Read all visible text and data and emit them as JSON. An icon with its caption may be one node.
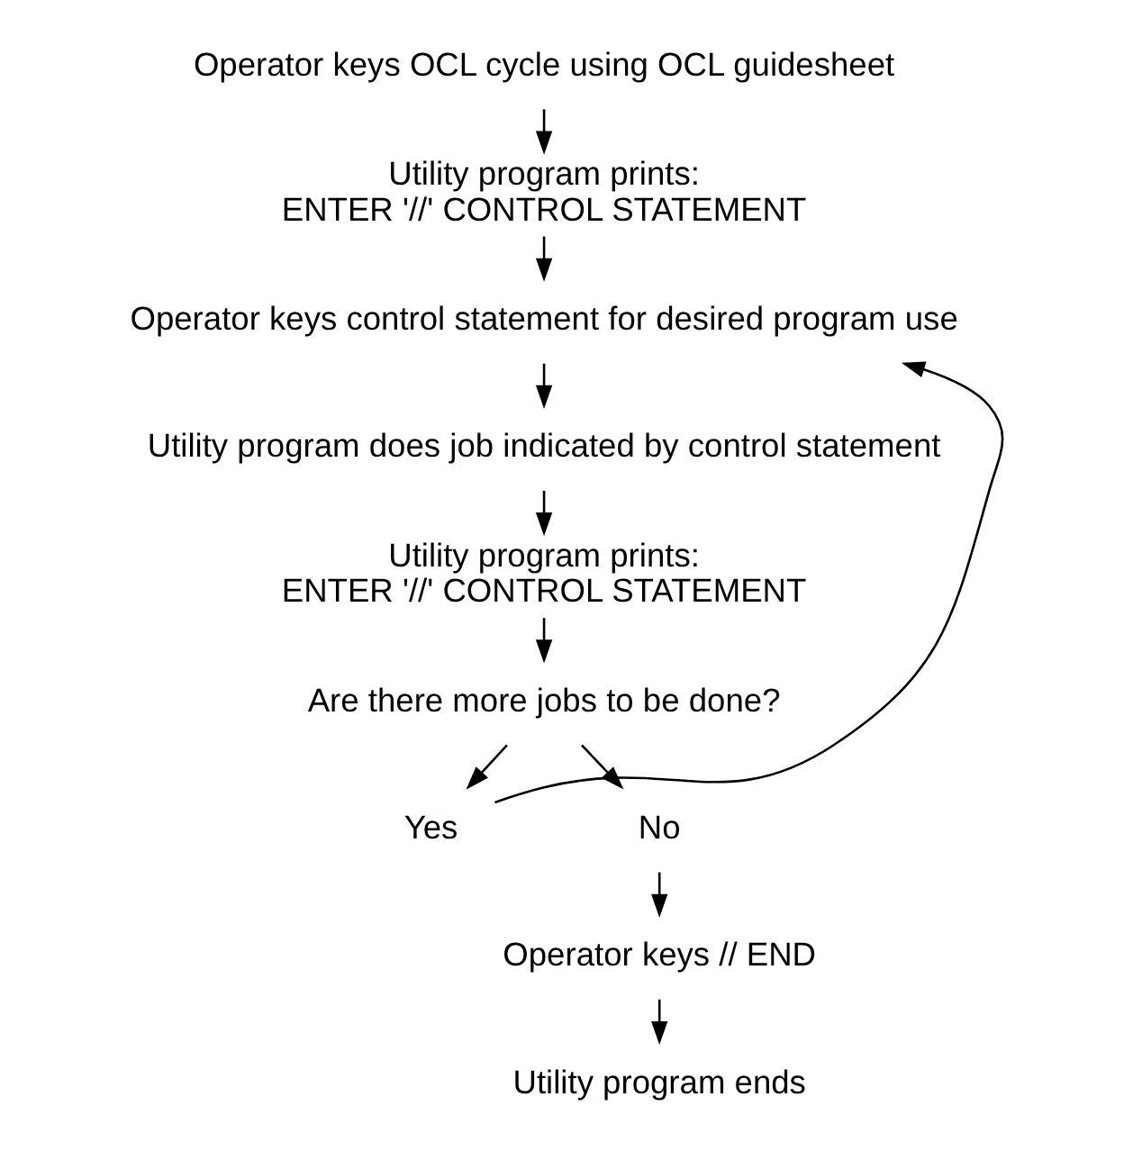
{
  "diagram": {
    "nodes": [
      {
        "text": [
          "Operator keys OCL cycle using OCL guidesheet"
        ]
      },
      {
        "text": [
          "Utility program prints:",
          "ENTER '//' CONTROL STATEMENT"
        ]
      },
      {
        "text": [
          "Operator keys control statement for desired program use"
        ]
      },
      {
        "text": [
          "Utility program does job indicated by control statement"
        ]
      },
      {
        "text": [
          "Utility program prints:",
          "ENTER '//' CONTROL STATEMENT"
        ]
      },
      {
        "text": [
          "Are there more jobs to be done?"
        ]
      },
      {
        "text": [
          "Yes"
        ]
      },
      {
        "text": [
          "No"
        ]
      },
      {
        "text": [
          "Operator keys // END"
        ]
      },
      {
        "text": [
          "Utility program ends"
        ]
      }
    ],
    "edges": [
      {
        "from": 0,
        "to": 1,
        "arrow": "to"
      },
      {
        "from": 1,
        "to": 2,
        "arrow": "to"
      },
      {
        "from": 2,
        "to": 3,
        "arrow": "to"
      },
      {
        "from": 3,
        "to": 4,
        "arrow": "to"
      },
      {
        "from": 4,
        "to": 5,
        "arrow": "to"
      },
      {
        "from": 5,
        "to": 6,
        "arrow": "to"
      },
      {
        "from": 5,
        "to": 7,
        "arrow": "to"
      },
      {
        "from": 6,
        "to": 2,
        "arrow": "to"
      },
      {
        "from": 7,
        "to": 8,
        "arrow": "to"
      },
      {
        "from": 8,
        "to": 9,
        "arrow": "to"
      }
    ]
  }
}
